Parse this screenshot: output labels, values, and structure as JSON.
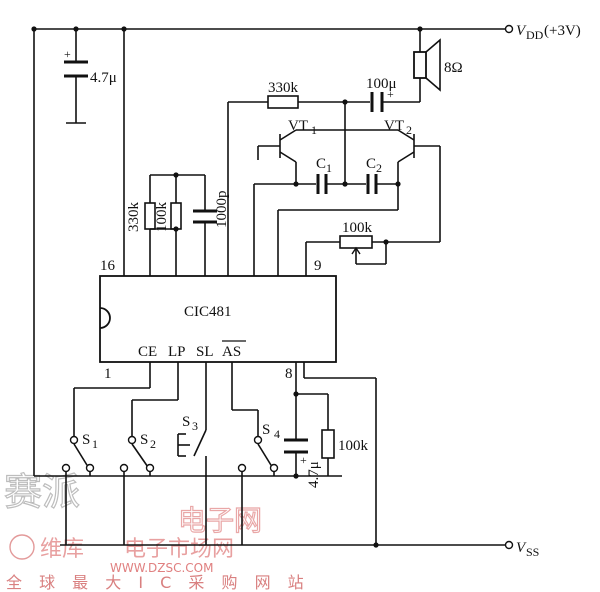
{
  "rails": {
    "vdd_label": "V",
    "vdd_sub": "DD",
    "vdd_value": "(+3V)",
    "vss_label": "V",
    "vss_sub": "SS"
  },
  "ic": {
    "name": "CIC481",
    "pin_labels": [
      "CE",
      "LP",
      "SL",
      "AS"
    ],
    "pin_16": "16",
    "pin_9": "9",
    "pin_1": "1",
    "pin_8": "8"
  },
  "components": {
    "c_supply": "4.7μ",
    "r_feedback": "330k",
    "c_coupling": "100μ",
    "speaker": "8Ω",
    "vt1": "VT",
    "vt1_sub": "1",
    "vt2": "VT",
    "vt2_sub": "2",
    "c1": "C",
    "c1_sub": "1",
    "c2": "C",
    "c2_sub": "2",
    "r_osc1": "330k",
    "r_osc2": "100k",
    "c_osc": "1000p",
    "r_volume": "100k",
    "c_pin8": "4.7μ",
    "r_pin8": "100k",
    "s1": "S",
    "s1_sub": "1",
    "s2": "S",
    "s2_sub": "2",
    "s3": "S",
    "s3_sub": "3",
    "s4": "S",
    "s4_sub": "4"
  },
  "watermark": {
    "cn_title": "赛派",
    "cn_site": "电子网",
    "cn_brand": "维库",
    "cn_market": "电子市场网",
    "url": "WWW.DZSC.COM",
    "slogan": "全 球 最 大 I C 采 购 网 站"
  }
}
